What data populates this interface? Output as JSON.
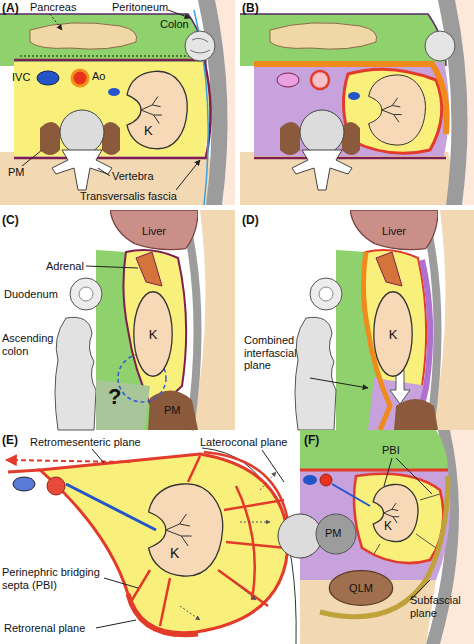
{
  "diagram": {
    "nodes": [
      {
        "text": [
          "K"
        ]
      },
      {
        "text": [
          "Liver"
        ]
      },
      {
        "text": [
          "K"
        ]
      },
      {
        "text": [
          "Liver"
        ]
      },
      {
        "text": [
          "K"
        ]
      },
      {
        "text": [
          "K"
        ]
      },
      {
        "text": [
          "K"
        ]
      },
      {
        "text": [
          "QLM"
        ]
      }
    ],
    "labels": [
      "(A)",
      "Pancreas",
      "Peritoneum",
      "Colon",
      "IVC",
      "Ao",
      "PM",
      "Vertebra",
      "Transversalis fascia",
      "(B)",
      "(C)",
      "Adrenal",
      "Duodenum",
      "Ascending colon",
      "?",
      "PM",
      "(D)",
      "Combined interfascial plane",
      "(E)",
      "Retromesenteric plane",
      "Lateroconal plane",
      "Perinephric bridging septa (PBI)",
      "Retrorenal plane",
      "(F)",
      "PBI",
      "PM",
      "Subfascial plane"
    ]
  }
}
